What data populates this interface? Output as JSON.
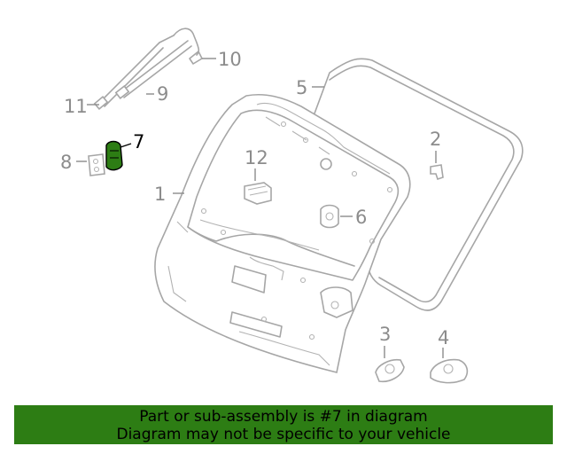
{
  "callouts": [
    {
      "id": "1",
      "label": "1",
      "highlighted": false
    },
    {
      "id": "2",
      "label": "2",
      "highlighted": false
    },
    {
      "id": "3",
      "label": "3",
      "highlighted": false
    },
    {
      "id": "4",
      "label": "4",
      "highlighted": false
    },
    {
      "id": "5",
      "label": "5",
      "highlighted": false
    },
    {
      "id": "6",
      "label": "6",
      "highlighted": false
    },
    {
      "id": "7",
      "label": "7",
      "highlighted": true
    },
    {
      "id": "8",
      "label": "8",
      "highlighted": false
    },
    {
      "id": "9",
      "label": "9",
      "highlighted": false
    },
    {
      "id": "10",
      "label": "10",
      "highlighted": false
    },
    {
      "id": "11",
      "label": "11",
      "highlighted": false
    },
    {
      "id": "12",
      "label": "12",
      "highlighted": false
    }
  ],
  "banner": {
    "line1": "Part or sub-assembly is #7 in diagram",
    "line2": "Diagram may not be specific to your vehicle"
  },
  "colors": {
    "banner_bg": "#2d7d14",
    "highlight_part": "#2d7d14",
    "line_gray": "#a6a6a6"
  }
}
